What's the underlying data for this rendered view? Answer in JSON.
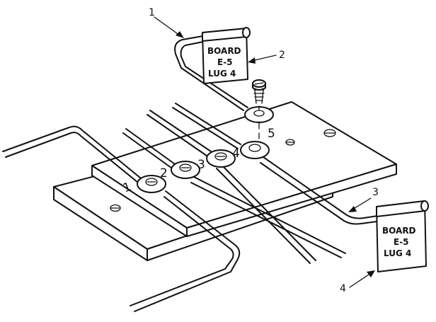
{
  "tag_top": {
    "line1": "BOARD",
    "line2": "E-5",
    "line3": "LUG 4"
  },
  "tag_bottom": {
    "line1": "BOARD",
    "line2": "E-5",
    "line3": "LUG 4"
  },
  "callouts": {
    "c1": "1",
    "c2": "2",
    "c3": "3",
    "c4": "4"
  },
  "lug_numbers": {
    "n1": "1",
    "n2": "2",
    "n3": "3",
    "n4": "4",
    "n5": "5"
  }
}
